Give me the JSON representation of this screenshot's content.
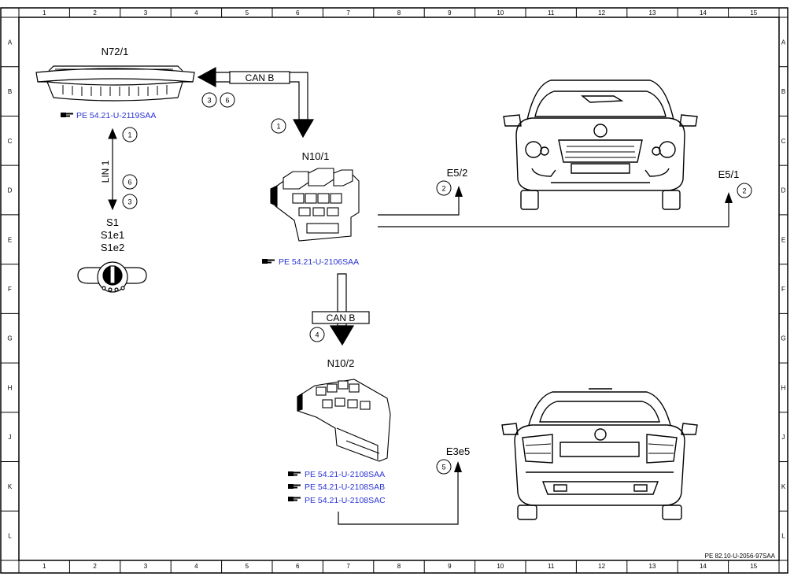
{
  "grid": {
    "columns": [
      "1",
      "2",
      "3",
      "4",
      "5",
      "6",
      "7",
      "8",
      "9",
      "10",
      "11",
      "12",
      "13",
      "14",
      "15"
    ],
    "rows": [
      "A",
      "B",
      "C",
      "D",
      "E",
      "F",
      "G",
      "H",
      "J",
      "K",
      "L"
    ]
  },
  "components": {
    "n72_1": "N72/1",
    "n10_1": "N10/1",
    "n10_2": "N10/2",
    "s1": "S1",
    "s1e1": "S1e1",
    "s1e2": "S1e2",
    "e5_2": "E5/2",
    "e5_1": "E5/1",
    "e3e5": "E3e5"
  },
  "buses": {
    "can_top": "CAN B",
    "can_bottom": "CAN B",
    "lin": "LIN 1"
  },
  "markers": {
    "m_can_left_a": "3",
    "m_can_left_b": "6",
    "m_can_down": "1",
    "m_lin_up": "1",
    "m_lin_6": "6",
    "m_lin_3": "3",
    "m_e52": "2",
    "m_e51": "2",
    "m_canb2": "4",
    "m_e3e5": "5"
  },
  "links": {
    "pe_2119": "PE 54.21-U-2119SAA",
    "pe_2106": "PE 54.21-U-2106SAA",
    "pe_2108a": "PE 54.21-U-2108SAA",
    "pe_2108b": "PE 54.21-U-2108SAB",
    "pe_2108c": "PE 54.21-U-2108SAC"
  },
  "footer": "PE 82.10-U-2056-97SAA",
  "colors": {
    "link": "#2b34d6",
    "line": "#000000"
  }
}
